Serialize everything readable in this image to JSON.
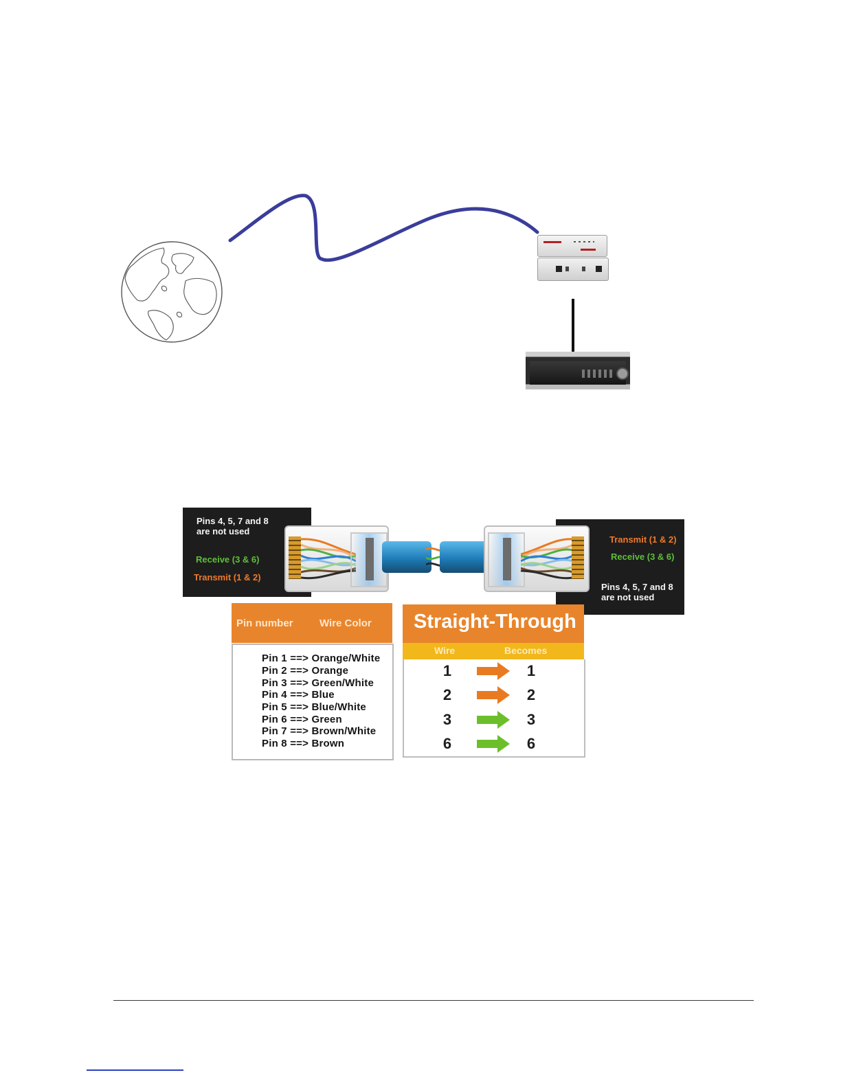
{
  "wiring": {
    "left_unused": "Pins 4, 5, 7 and 8\nare not used",
    "left_receive": "Receive (3 & 6)",
    "left_transmit": "Transmit (1 & 2)",
    "right_transmit": "Transmit (1 & 2)",
    "right_receive": "Receive (3 & 6)",
    "right_unused": "Pins 4, 5, 7 and 8\nare not used"
  },
  "pin_table": {
    "header_pin": "Pin number",
    "header_color": "Wire Color",
    "rows": [
      "Pin 1 ==> Orange/White",
      "Pin 2 ==> Orange",
      "Pin 3 ==> Green/White",
      "Pin 4 ==> Blue",
      "Pin 5 ==> Blue/White",
      "Pin 6 ==> Green",
      "Pin 7 ==> Brown/White",
      "Pin 8 ==> Brown"
    ]
  },
  "straight_through": {
    "title": "Straight-Through",
    "col_wire": "Wire",
    "col_becomes": "Becomes",
    "rows": [
      {
        "wire": "1",
        "becomes": "1",
        "arrow_color": "#e87b22"
      },
      {
        "wire": "2",
        "becomes": "2",
        "arrow_color": "#e87b22"
      },
      {
        "wire": "3",
        "becomes": "3",
        "arrow_color": "#6cbf2a"
      },
      {
        "wire": "6",
        "becomes": "6",
        "arrow_color": "#6cbf2a"
      }
    ]
  },
  "colors": {
    "internet_cable": "#3a3d9a",
    "accent_orange": "#e8852c",
    "accent_yellow": "#f2b71b",
    "panel_dark": "#1d1d1d"
  }
}
